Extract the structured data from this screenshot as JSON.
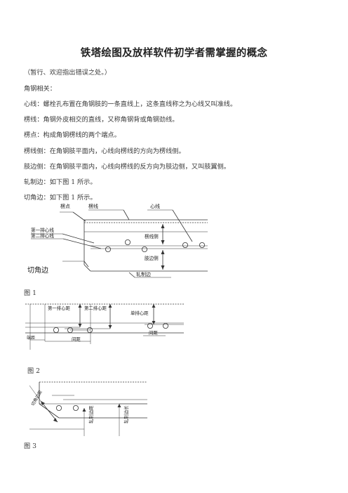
{
  "document": {
    "title": "铁塔绘图及放样软件初学者需掌握的概念",
    "paragraphs": [
      "（暂行、欢迎指出错误之处。）",
      "角钢相关：",
      "心线：螺栓孔布置在角钢肢的一条直线上，这条直线称之为心线又叫准线。",
      "楞线：角钢外皮相交的直线，又称角钢背或角钢劲线。",
      "楞点：构成角钢楞线的两个端点。",
      "楞线侧：在角钢肢平面内，心线向楞线的方向为楞线侧。",
      "肢边侧：在角钢肢平面内，心线向楞线的反方向为肢边侧，又叫肢翼侧。",
      "轧制边：如下图 1 所示。",
      "切角边：如下图 1 所示。"
    ]
  },
  "figure1": {
    "caption": "图 1",
    "labels": {
      "ridge_point": "楞点",
      "ridge_line": "楞线",
      "center_line": "心线",
      "first_row": "第一排心线",
      "second_row": "第二排心线",
      "ridge_side": "楞线侧",
      "leg_side": "肢边侧",
      "cut_edge": "切角边",
      "rolled_edge": "轧制边"
    }
  },
  "figure2": {
    "caption": "图 2",
    "labels": {
      "first_row_dist": "第一排心距",
      "second_row_dist": "第二排心距",
      "single_row_dist": "单排心距",
      "end_dist": "端距",
      "spacing_left": "间距",
      "spacing_right": "间距"
    }
  },
  "figure3": {
    "caption": "图 3",
    "labels": {
      "cut_edge_dist": "切角边距",
      "rolled_edge_dist": "轧制边距",
      "rolled_edge_depth": "轧制边长"
    }
  }
}
